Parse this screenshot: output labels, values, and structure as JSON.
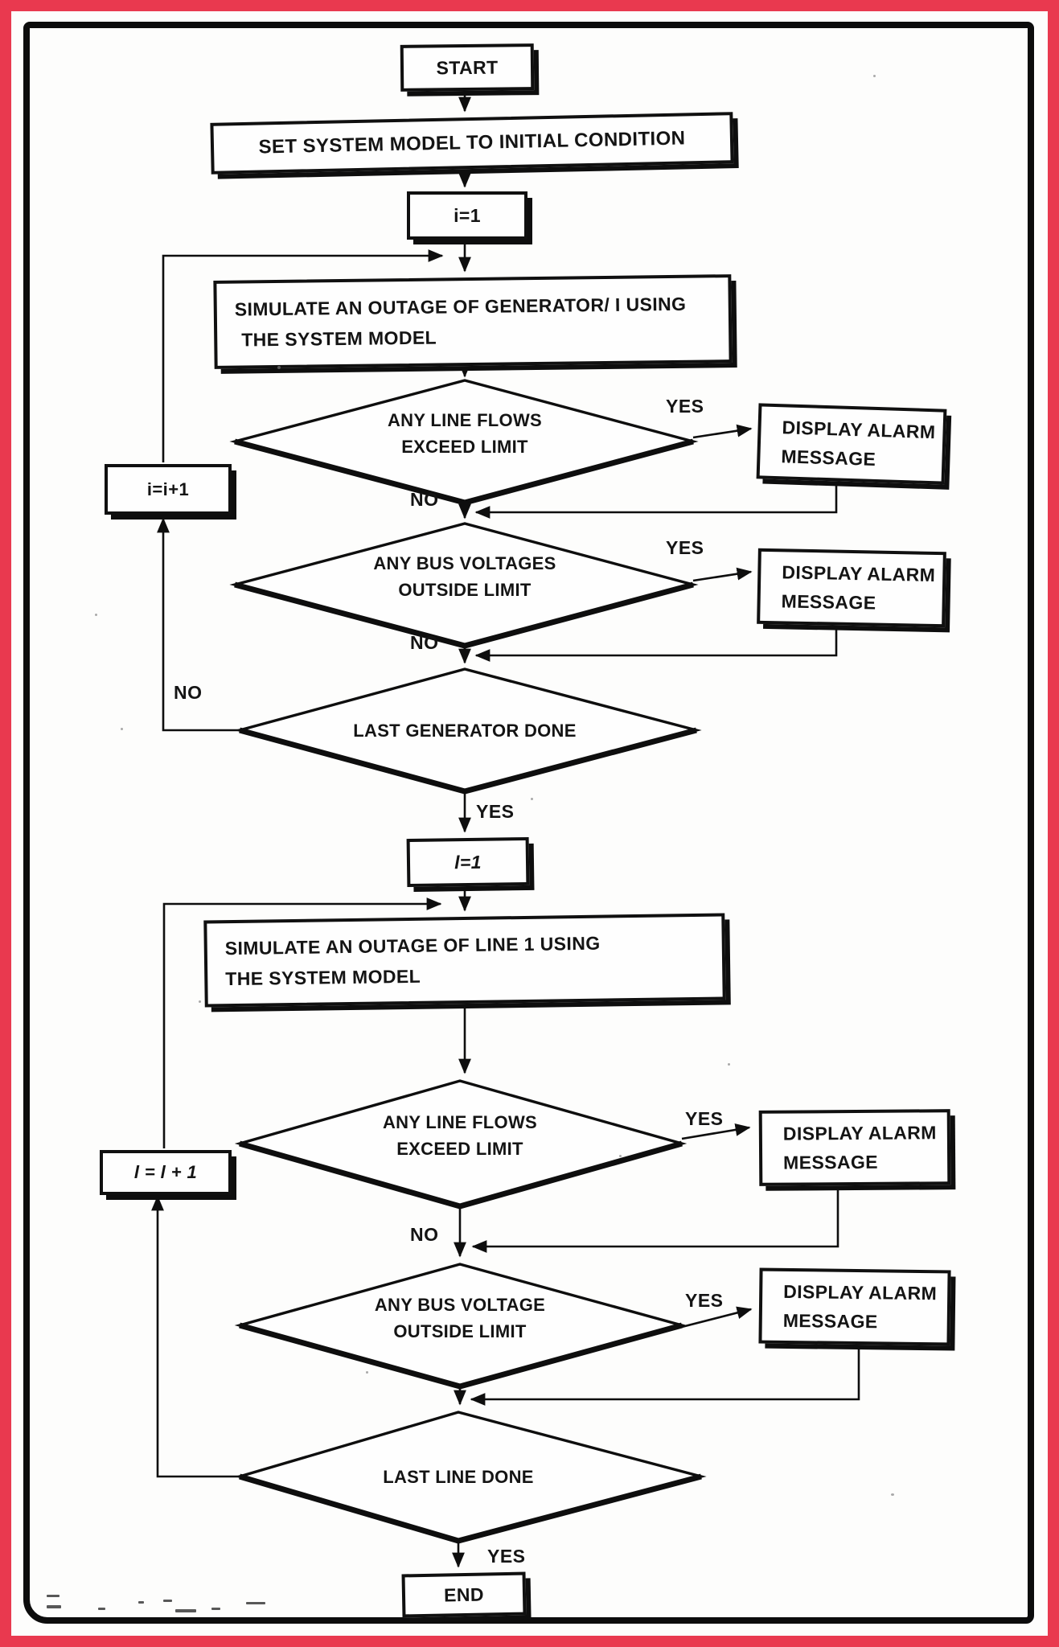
{
  "frame": {
    "border_color": "#e9394f",
    "line_color": "#101010",
    "background": "#fdfdfc"
  },
  "edge_labels": {
    "yes": "YES",
    "no": "NO"
  },
  "nodes": {
    "start": {
      "label": "START"
    },
    "set_initial": {
      "label": "SET SYSTEM MODEL TO INITIAL CONDITION"
    },
    "i_init": {
      "label": "i=1"
    },
    "sim_generator": {
      "line1": "SIMULATE AN OUTAGE OF GENERATOR/ I USING",
      "line2": "THE SYSTEM MODEL"
    },
    "gen_flow_check": {
      "line1": "ANY LINE FLOWS",
      "line2": "EXCEED LIMIT"
    },
    "gen_flow_alarm": {
      "line1": "DISPLAY ALARM",
      "line2": "MESSAGE"
    },
    "gen_volt_check": {
      "line1": "ANY BUS VOLTAGES",
      "line2": "OUTSIDE LIMIT"
    },
    "gen_volt_alarm": {
      "line1": "DISPLAY ALARM",
      "line2": "MESSAGE"
    },
    "gen_last_check": {
      "label": "LAST GENERATOR DONE"
    },
    "i_increment": {
      "label": "i=i+1"
    },
    "l_init": {
      "label": "l=1"
    },
    "sim_line": {
      "line1": "SIMULATE AN OUTAGE OF LINE 1 USING",
      "line2": "THE SYSTEM MODEL"
    },
    "line_flow_check": {
      "line1": "ANY LINE FLOWS",
      "line2": "EXCEED LIMIT"
    },
    "line_flow_alarm": {
      "line1": "DISPLAY ALARM",
      "line2": "MESSAGE"
    },
    "line_volt_check": {
      "line1": "ANY BUS VOLTAGE",
      "line2": "OUTSIDE LIMIT"
    },
    "line_volt_alarm": {
      "line1": "DISPLAY ALARM",
      "line2": "MESSAGE"
    },
    "l_increment": {
      "label": "l = l + 1"
    },
    "line_last_check": {
      "label": "LAST LINE DONE"
    },
    "end": {
      "label": "END"
    }
  }
}
